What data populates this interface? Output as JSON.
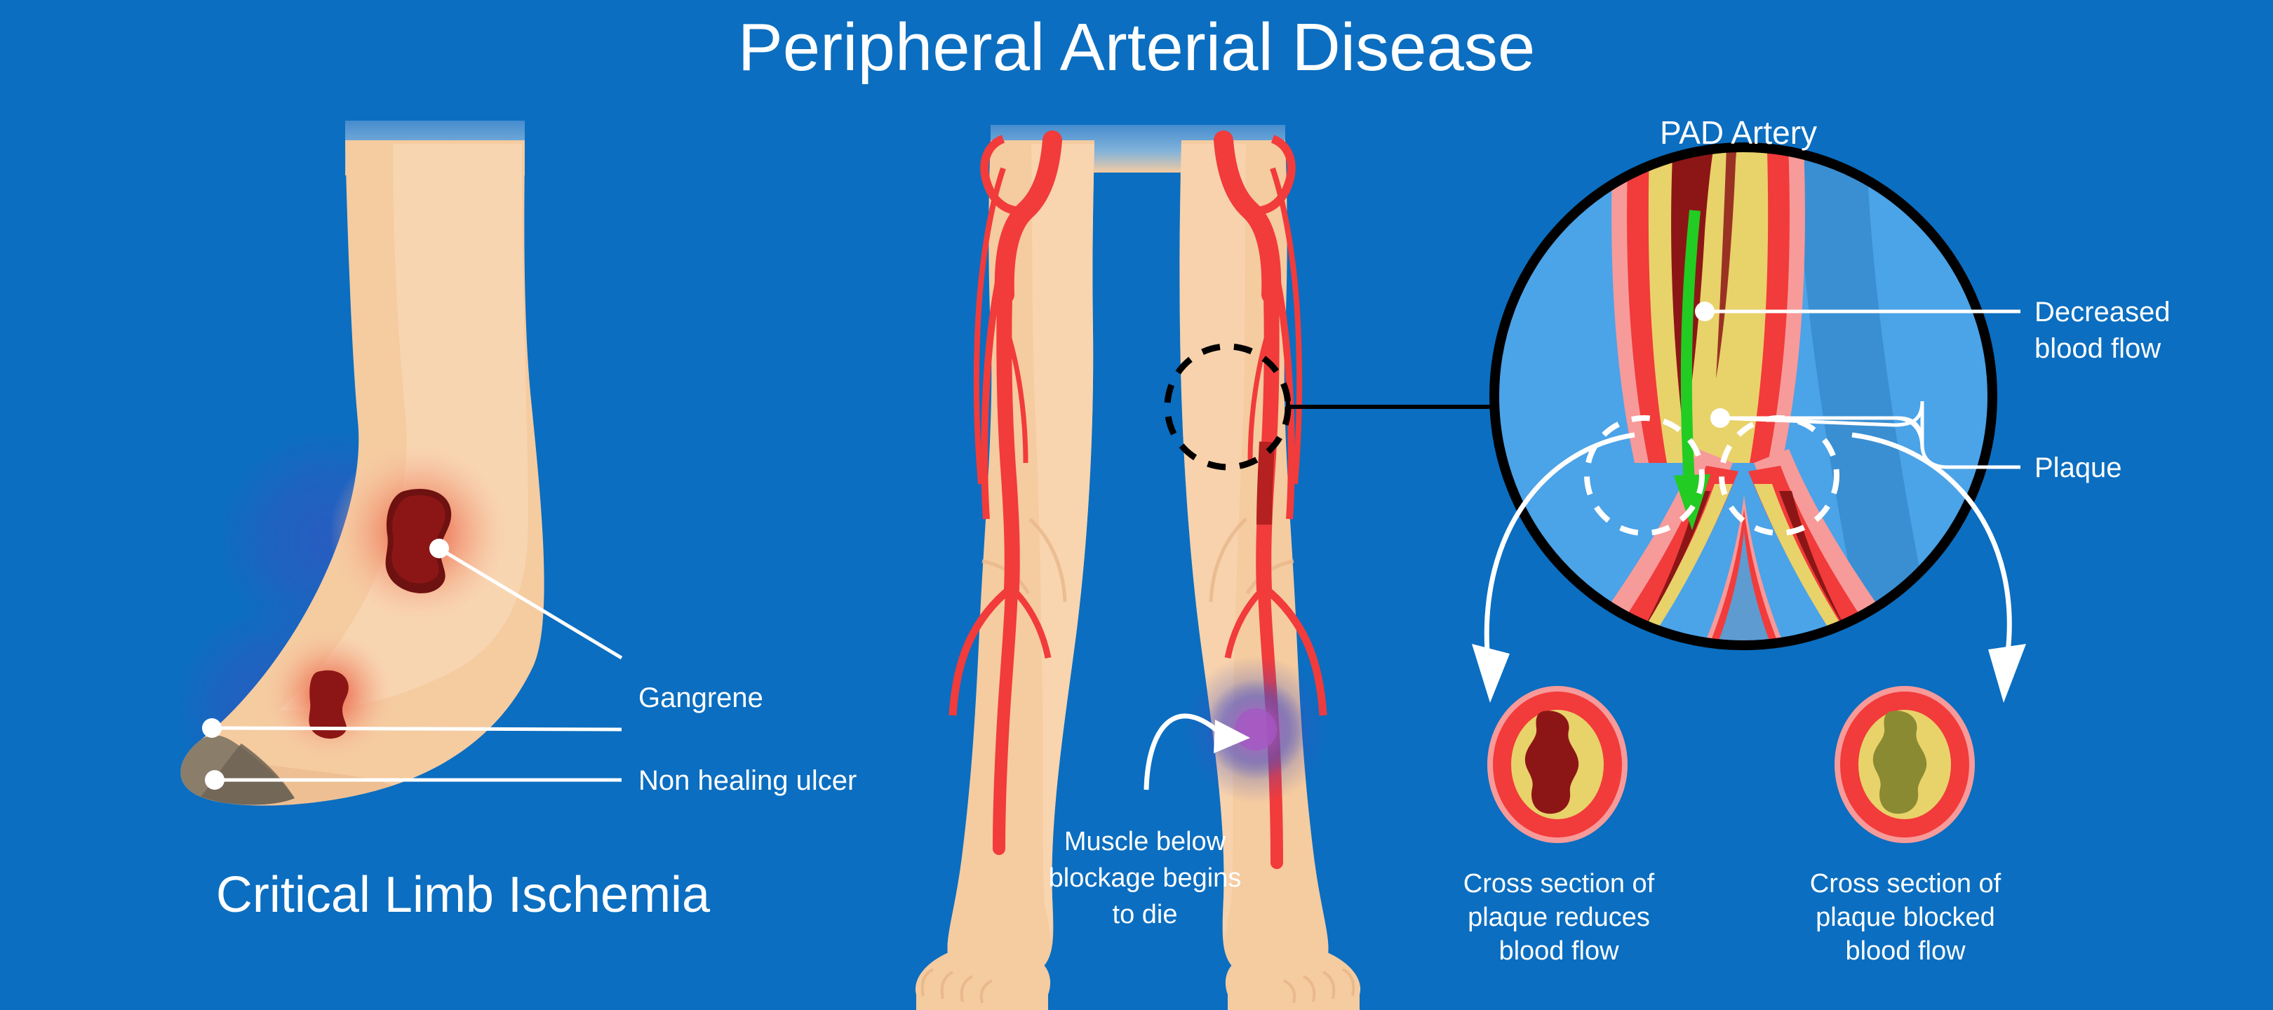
{
  "page": {
    "title": "Peripheral Arterial Disease",
    "background_color": "#0B6EC0"
  },
  "colors": {
    "background": "#0B6EC0",
    "magnifier_fill": "#4BA3E8",
    "magnifier_ring": "#000000",
    "skin": "#F5CBA0",
    "skin_shadow": "#E9B98C",
    "skin_light": "#F8D7B4",
    "artery_red": "#F23B3B",
    "artery_wall_pink": "#F79A9A",
    "lumen_dark": "#8C1616",
    "plaque_yellow": "#E8D26A",
    "plaque_olive": "#8A8A33",
    "flow_green": "#22CC22",
    "wound_dark": "#8C1616",
    "gangrene_grey": "#8A7D6A",
    "gangrene_grey_dark": "#6F6354",
    "glow_purple": "#5B4FBF",
    "text": "#FFFFFF"
  },
  "left_panel": {
    "caption": "Critical Limb Ischemia",
    "labels": [
      {
        "id": "gangrene",
        "text": "Gangrene"
      },
      {
        "id": "non-healing-ulcer",
        "text": "Non healing ulcer"
      }
    ]
  },
  "center_panel": {
    "annotation": {
      "lines": [
        "Muscle below",
        "blockage begins",
        "to die"
      ]
    }
  },
  "right_panel": {
    "title": "PAD Artery",
    "labels": [
      {
        "id": "decreased-blood-flow",
        "lines": [
          "Decreased",
          "blood flow"
        ]
      },
      {
        "id": "plaque",
        "lines": [
          "Plaque"
        ]
      }
    ],
    "cross_sections": [
      {
        "id": "reduced",
        "lines": [
          "Cross section of",
          "plaque reduces",
          "blood flow"
        ],
        "wall_color": "#F23B3B",
        "plaque_color": "#E8D26A",
        "lumen_color": "#8C1616"
      },
      {
        "id": "blocked",
        "lines": [
          "Cross section of",
          "plaque blocked",
          "blood flow"
        ],
        "wall_color": "#F23B3B",
        "plaque_color": "#E8D26A",
        "lumen_color": "#8A8A33"
      }
    ]
  },
  "icons": {
    "magnifier": "magnifier-circle-icon",
    "blockage_marker": "dashed-circle-marker-icon",
    "flow_arrow": "green-flow-arrow-icon",
    "callout_arrow": "curved-white-arrow-icon"
  }
}
